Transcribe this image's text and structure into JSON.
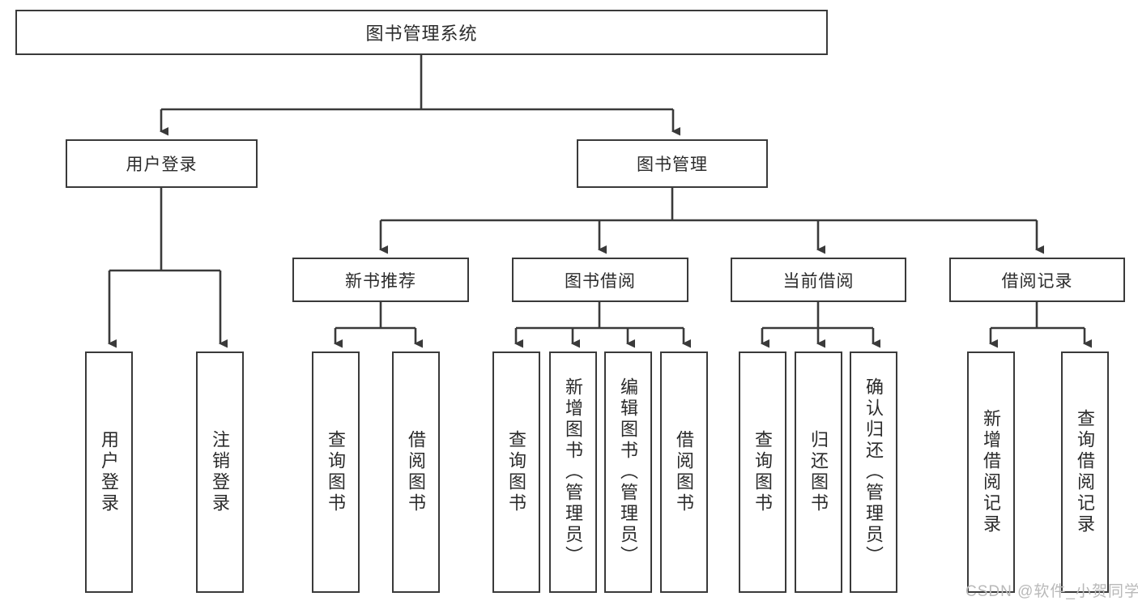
{
  "diagram": {
    "title": "图书管理系统",
    "type": "tree-hierarchy-diagram",
    "root": {
      "label": "图书管理系统"
    },
    "level2": [
      {
        "label": "用户登录"
      },
      {
        "label": "图书管理"
      }
    ],
    "level3": [
      {
        "label": "新书推荐"
      },
      {
        "label": "图书借阅"
      },
      {
        "label": "当前借阅"
      },
      {
        "label": "借阅记录"
      }
    ],
    "leaves": {
      "user_login": [
        {
          "label": "用户登录"
        },
        {
          "label": "注销登录"
        }
      ],
      "new_book_recommend": [
        {
          "label": "查询图书"
        },
        {
          "label": "借阅图书"
        }
      ],
      "book_borrow": [
        {
          "label": "查询图书"
        },
        {
          "label": "新增图书（管理员）"
        },
        {
          "label": "编辑图书（管理员）"
        },
        {
          "label": "借阅图书"
        }
      ],
      "current_borrow": [
        {
          "label": "查询图书"
        },
        {
          "label": "归还图书"
        },
        {
          "label": "确认归还（管理员）"
        }
      ],
      "borrow_record": [
        {
          "label": "新增借阅记录"
        },
        {
          "label": "查询借阅记录"
        }
      ]
    }
  },
  "watermark": {
    "text": "CSDN @软件_小贺同学"
  },
  "colors": {
    "stroke": "#3a3a3a",
    "text": "#2b2b2b",
    "background": "#ffffff",
    "watermark": "#b9b9b9"
  }
}
